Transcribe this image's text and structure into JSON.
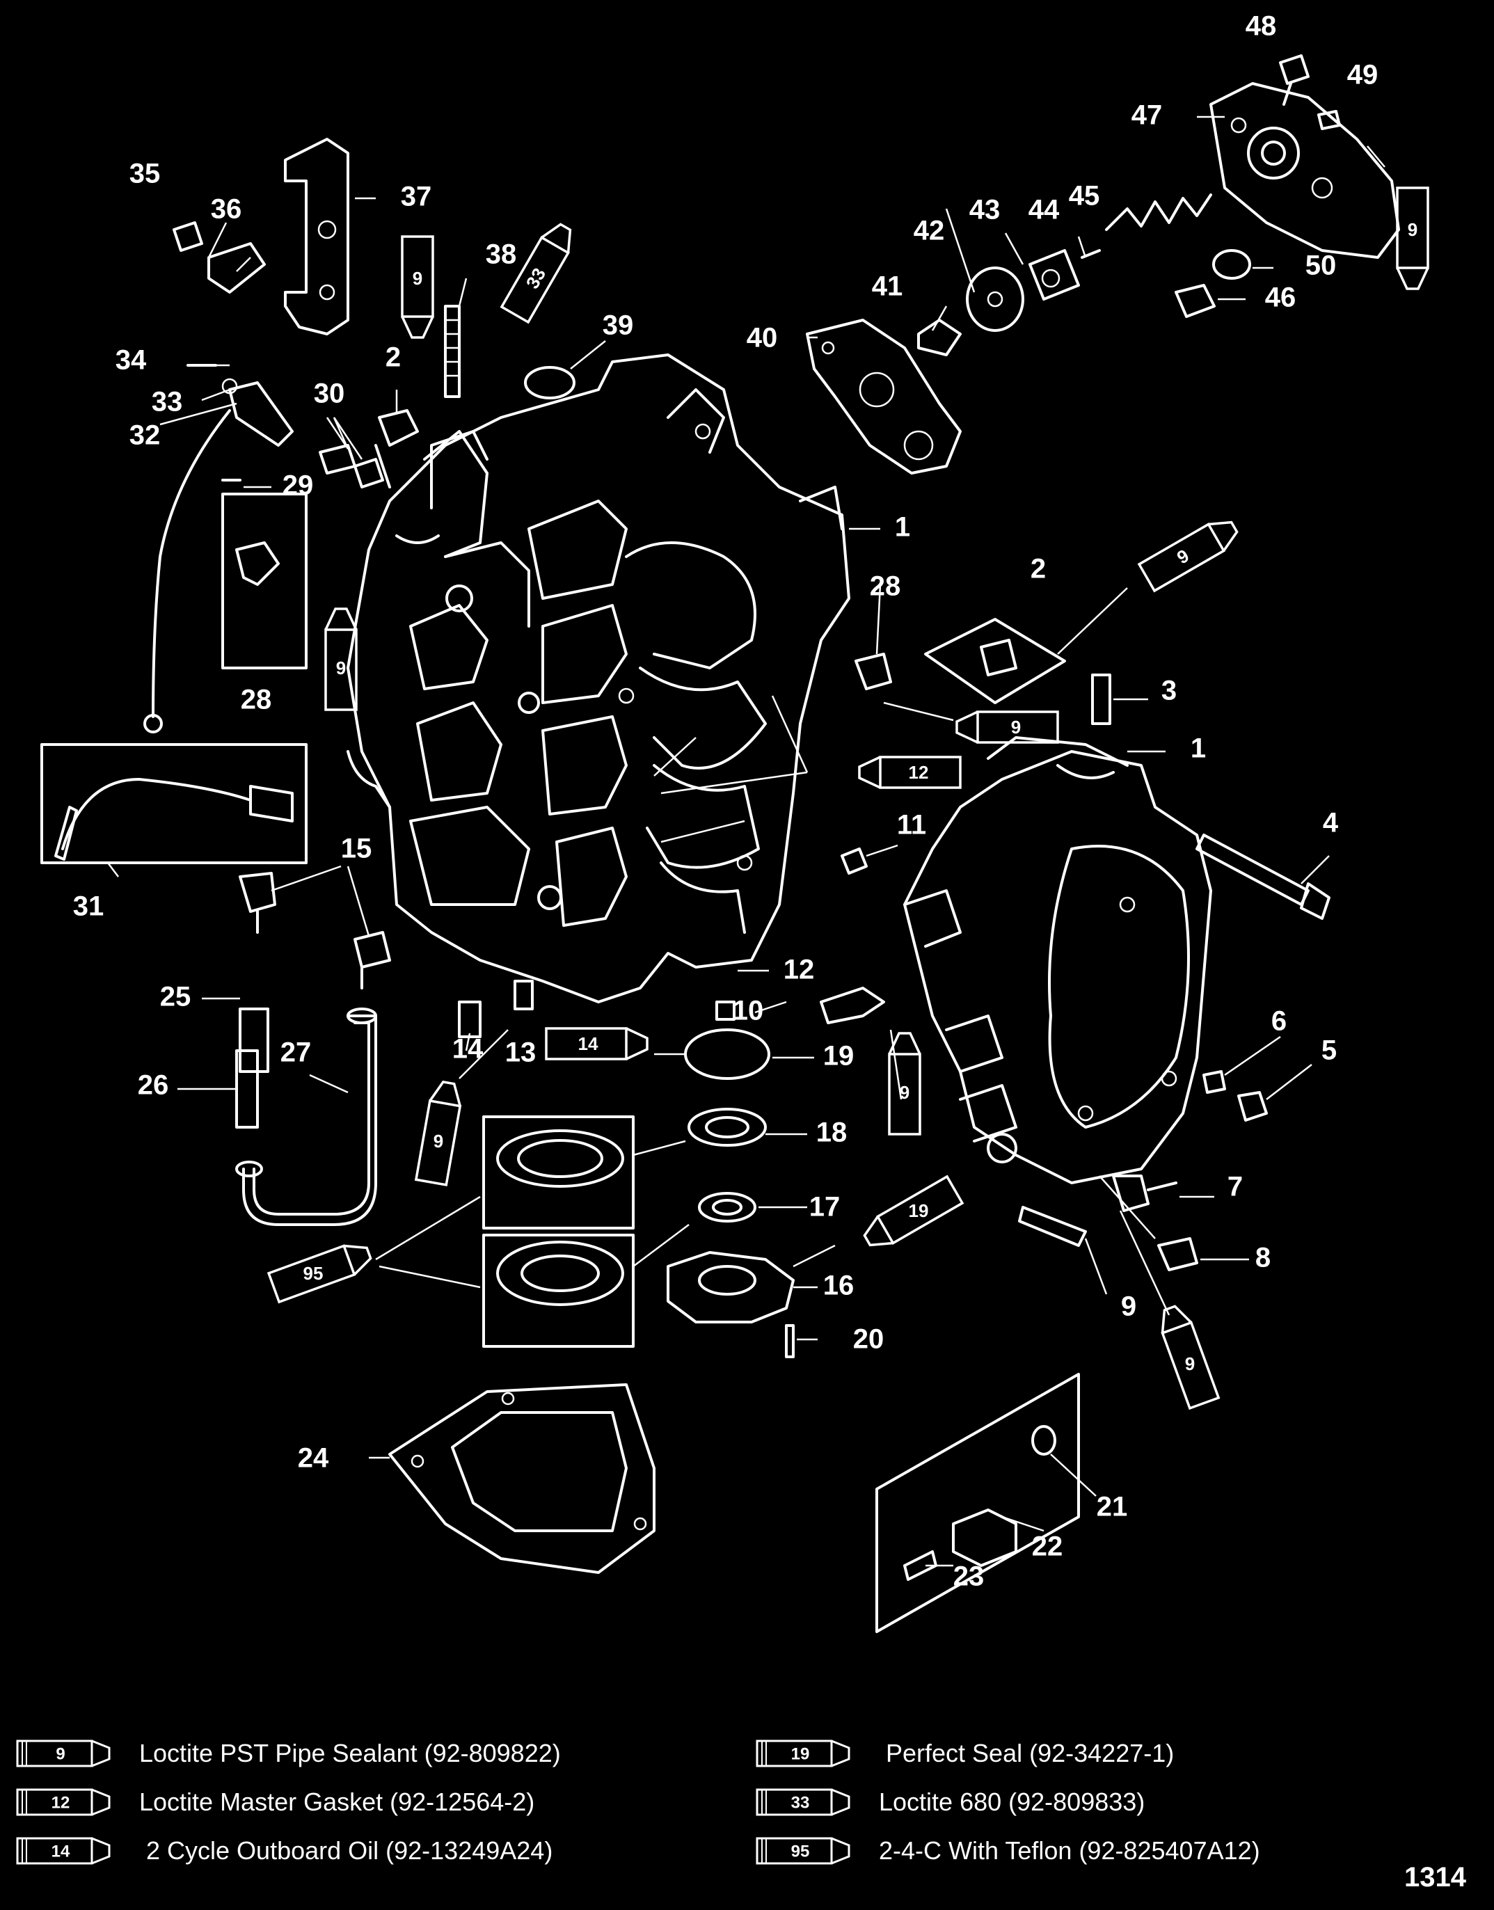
{
  "callouts": [
    {
      "id": "48",
      "label": "48"
    },
    {
      "id": "49",
      "label": "49"
    },
    {
      "id": "47",
      "label": "47"
    },
    {
      "id": "45",
      "label": "45"
    },
    {
      "id": "44",
      "label": "44"
    },
    {
      "id": "43",
      "label": "43"
    },
    {
      "id": "42",
      "label": "42"
    },
    {
      "id": "41",
      "label": "41"
    },
    {
      "id": "40",
      "label": "40"
    },
    {
      "id": "50",
      "label": "50"
    },
    {
      "id": "46",
      "label": "46"
    },
    {
      "id": "39",
      "label": "39"
    },
    {
      "id": "38",
      "label": "38"
    },
    {
      "id": "37",
      "label": "37"
    },
    {
      "id": "36",
      "label": "36"
    },
    {
      "id": "35",
      "label": "35"
    },
    {
      "id": "34",
      "label": "34"
    },
    {
      "id": "33",
      "label": "33"
    },
    {
      "id": "32",
      "label": "32"
    },
    {
      "id": "30",
      "label": "30"
    },
    {
      "id": "29",
      "label": "29"
    },
    {
      "id": "2a",
      "label": "2"
    },
    {
      "id": "2b",
      "label": "2"
    },
    {
      "id": "1a",
      "label": "1"
    },
    {
      "id": "1b",
      "label": "1"
    },
    {
      "id": "28a",
      "label": "28"
    },
    {
      "id": "28b",
      "label": "28"
    },
    {
      "id": "3",
      "label": "3"
    },
    {
      "id": "4",
      "label": "4"
    },
    {
      "id": "11",
      "label": "11"
    },
    {
      "id": "31",
      "label": "31"
    },
    {
      "id": "15",
      "label": "15"
    },
    {
      "id": "25",
      "label": "25"
    },
    {
      "id": "27",
      "label": "27"
    },
    {
      "id": "26",
      "label": "26"
    },
    {
      "id": "14",
      "label": "14"
    },
    {
      "id": "13",
      "label": "13"
    },
    {
      "id": "12",
      "label": "12"
    },
    {
      "id": "10",
      "label": "10"
    },
    {
      "id": "19",
      "label": "19"
    },
    {
      "id": "18",
      "label": "18"
    },
    {
      "id": "17",
      "label": "17"
    },
    {
      "id": "16",
      "label": "16"
    },
    {
      "id": "20",
      "label": "20"
    },
    {
      "id": "6",
      "label": "6"
    },
    {
      "id": "5",
      "label": "5"
    },
    {
      "id": "7",
      "label": "7"
    },
    {
      "id": "8",
      "label": "8"
    },
    {
      "id": "9",
      "label": "9"
    },
    {
      "id": "24",
      "label": "24"
    },
    {
      "id": "21",
      "label": "21"
    },
    {
      "id": "22",
      "label": "22"
    },
    {
      "id": "23",
      "label": "23"
    }
  ],
  "tubes": [
    {
      "id": "t9a",
      "label": "9"
    },
    {
      "id": "t9b",
      "label": "9"
    },
    {
      "id": "t33",
      "label": "33"
    },
    {
      "id": "t9c",
      "label": "9"
    },
    {
      "id": "t9d",
      "label": "9"
    },
    {
      "id": "t9e",
      "label": "9"
    },
    {
      "id": "t12",
      "label": "12"
    },
    {
      "id": "t14",
      "label": "14"
    },
    {
      "id": "t9f",
      "label": "9"
    },
    {
      "id": "t9g",
      "label": "9"
    },
    {
      "id": "t19",
      "label": "19"
    },
    {
      "id": "t95",
      "label": "95"
    },
    {
      "id": "t9h",
      "label": "9"
    }
  ],
  "legend": [
    {
      "code": "9",
      "text": "Loctite PST Pipe Sealant (92-809822)"
    },
    {
      "code": "12",
      "text": "Loctite Master Gasket (92-12564-2)"
    },
    {
      "code": "14",
      "text": "2 Cycle Outboard Oil (92-13249A24)"
    },
    {
      "code": "19",
      "text": "Perfect Seal (92-34227-1)"
    },
    {
      "code": "33",
      "text": "Loctite 680 (92-809833)"
    },
    {
      "code": "95",
      "text": "2-4-C With Teflon (92-825407A12)"
    }
  ],
  "page_number": "1314"
}
